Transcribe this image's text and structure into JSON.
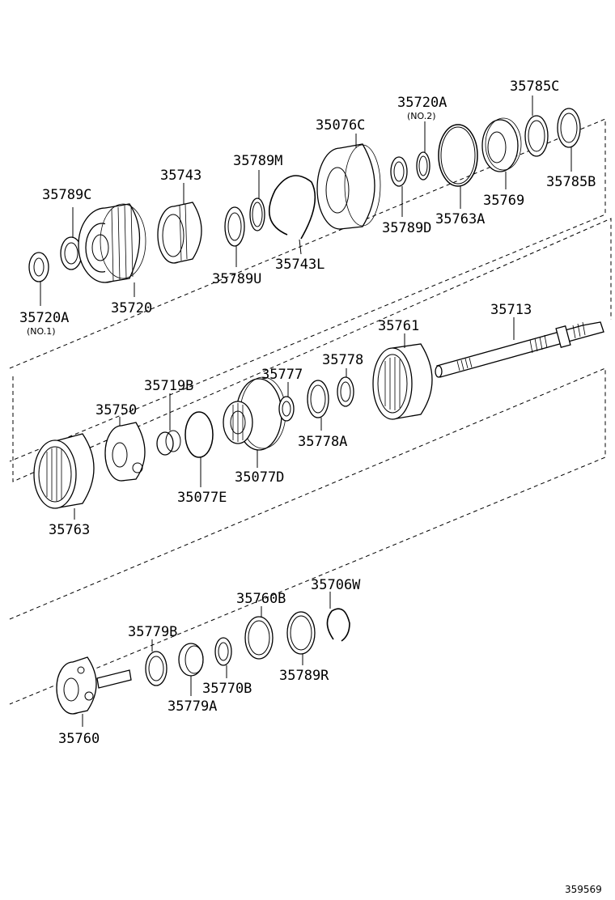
{
  "diagram": {
    "reference_number": "359569",
    "labels": {
      "p35720A_no1": "35720A",
      "p35720A_no1_sub": "(NO.1)",
      "p35789C": "35789C",
      "p35720": "35720",
      "p35743": "35743",
      "p35789U": "35789U",
      "p35789M": "35789M",
      "p35743L": "35743L",
      "p35076C": "35076C",
      "p35789D": "35789D",
      "p35720A_no2": "35720A",
      "p35720A_no2_sub": "(NO.2)",
      "p35763A": "35763A",
      "p35769": "35769",
      "p35785C": "35785C",
      "p35785B": "35785B",
      "p35713": "35713",
      "p35761": "35761",
      "p35778": "35778",
      "p35777": "35777",
      "p35778A": "35778A",
      "p35719B": "35719B",
      "p35750": "35750",
      "p35077E": "35077E",
      "p35077D": "35077D",
      "p35763": "35763",
      "p35706W": "35706W",
      "p35760B": "35760B",
      "p35779B": "35779B",
      "p35789R": "35789R",
      "p35770B": "35770B",
      "p35779A": "35779A",
      "p35760": "35760"
    }
  }
}
